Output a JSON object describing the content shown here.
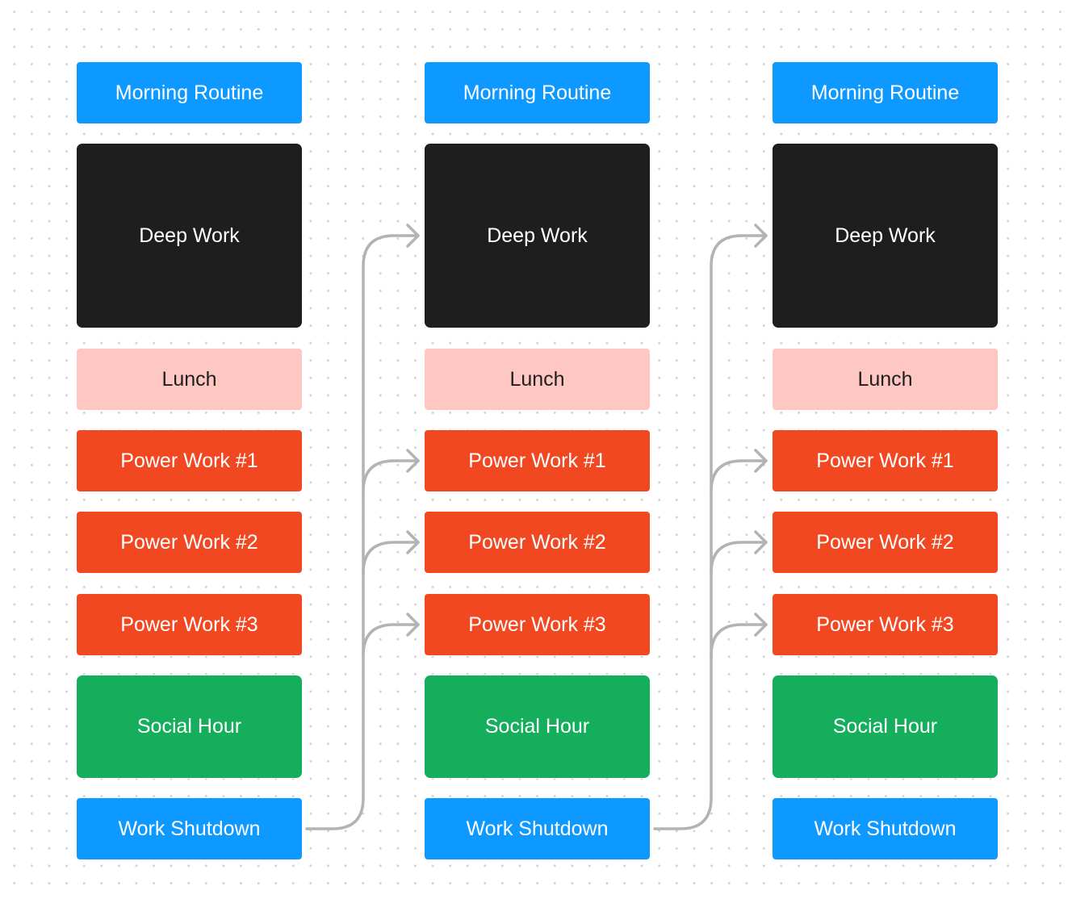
{
  "colors": {
    "blue": "#0d99ff",
    "dark": "#1e1e1e",
    "pink": "#ffc7c2",
    "red": "#f24822",
    "green": "#14ae5c",
    "connector": "#b3b3b3",
    "text_light": "#ffffff",
    "text_dark": "#1e1e1e"
  },
  "columns": [
    {
      "blocks": [
        {
          "label": "Morning Routine",
          "color": "blue"
        },
        {
          "label": "Deep Work",
          "color": "dark"
        },
        {
          "label": "Lunch",
          "color": "pink"
        },
        {
          "label": "Power Work #1",
          "color": "red"
        },
        {
          "label": "Power Work #2",
          "color": "red"
        },
        {
          "label": "Power Work #3",
          "color": "red"
        },
        {
          "label": "Social Hour",
          "color": "green"
        },
        {
          "label": "Work Shutdown",
          "color": "blue"
        }
      ]
    },
    {
      "blocks": [
        {
          "label": "Morning Routine",
          "color": "blue"
        },
        {
          "label": "Deep Work",
          "color": "dark"
        },
        {
          "label": "Lunch",
          "color": "pink"
        },
        {
          "label": "Power Work #1",
          "color": "red"
        },
        {
          "label": "Power Work #2",
          "color": "red"
        },
        {
          "label": "Power Work #3",
          "color": "red"
        },
        {
          "label": "Social Hour",
          "color": "green"
        },
        {
          "label": "Work Shutdown",
          "color": "blue"
        }
      ]
    },
    {
      "blocks": [
        {
          "label": "Morning Routine",
          "color": "blue"
        },
        {
          "label": "Deep Work",
          "color": "dark"
        },
        {
          "label": "Lunch",
          "color": "pink"
        },
        {
          "label": "Power Work #1",
          "color": "red"
        },
        {
          "label": "Power Work #2",
          "color": "red"
        },
        {
          "label": "Power Work #3",
          "color": "red"
        },
        {
          "label": "Social Hour",
          "color": "green"
        },
        {
          "label": "Work Shutdown",
          "color": "blue"
        }
      ]
    }
  ],
  "connectors": [
    {
      "from": "column-1.work-shutdown",
      "to": [
        "column-2.deep-work",
        "column-2.power-work-1",
        "column-2.power-work-2",
        "column-2.power-work-3"
      ]
    },
    {
      "from": "column-2.work-shutdown",
      "to": [
        "column-3.deep-work",
        "column-3.power-work-1",
        "column-3.power-work-2",
        "column-3.power-work-3"
      ]
    }
  ]
}
